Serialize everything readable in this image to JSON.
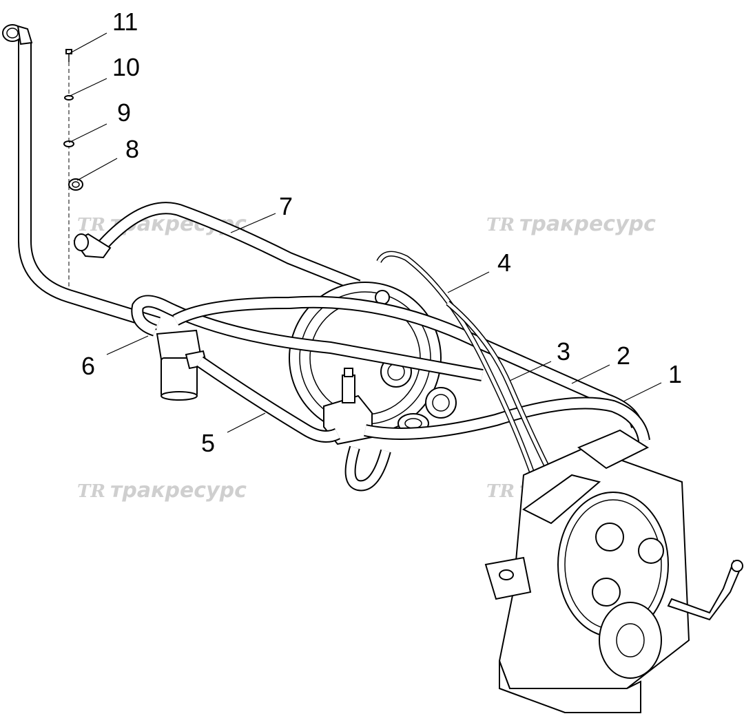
{
  "callouts": {
    "c1": "1",
    "c2": "2",
    "c3": "3",
    "c4": "4",
    "c5": "5",
    "c6": "6",
    "c7": "7",
    "c8": "8",
    "c9": "9",
    "c10": "10",
    "c11": "11"
  },
  "watermark": {
    "logo": "TR",
    "text": "тракресурс"
  },
  "colors": {
    "line": "#000000",
    "watermark": "#cfcfcf",
    "background": "#ffffff"
  }
}
